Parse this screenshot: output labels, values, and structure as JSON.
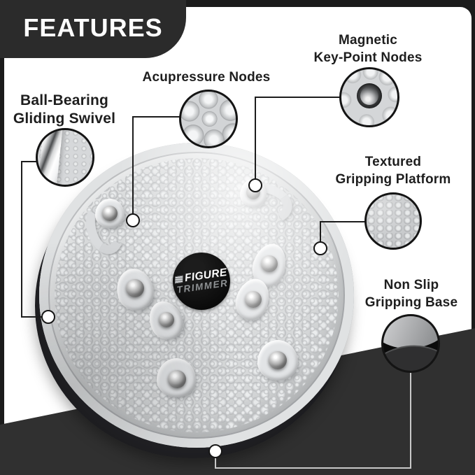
{
  "header": {
    "title": "FEATURES"
  },
  "callouts": {
    "ball_bearing": {
      "line1": "Ball-Bearing",
      "line2": "Gliding Swivel"
    },
    "acupressure": {
      "line1": "Acupressure Nodes"
    },
    "magnetic": {
      "line1": "Magnetic",
      "line2": "Key-Point Nodes"
    },
    "textured": {
      "line1": "Textured",
      "line2": "Gripping Platform"
    },
    "non_slip": {
      "line1": "Non Slip",
      "line2": "Gripping Base"
    }
  },
  "product": {
    "logo_line1": "FIGURE",
    "logo_line2": "TRIMMER"
  },
  "icons": {
    "marker_dot": "white-circle-marker",
    "logo_grid": "small-striped-square-glyph"
  },
  "colors": {
    "frame": "#1b1b1b",
    "features_box": "#2b2b2b",
    "panel": "#ffffff",
    "floor": "#303030",
    "disc_surface": "#d7d9da",
    "disc_base": "#141416",
    "label_text": "#1e1e1e",
    "leader_line": "#1c1c1c",
    "leader_line_on_dark": "#c8c8c8",
    "logo_bg": "#0a0a0a",
    "logo_text_primary": "#ffffff",
    "logo_text_secondary": "#8f9294"
  }
}
